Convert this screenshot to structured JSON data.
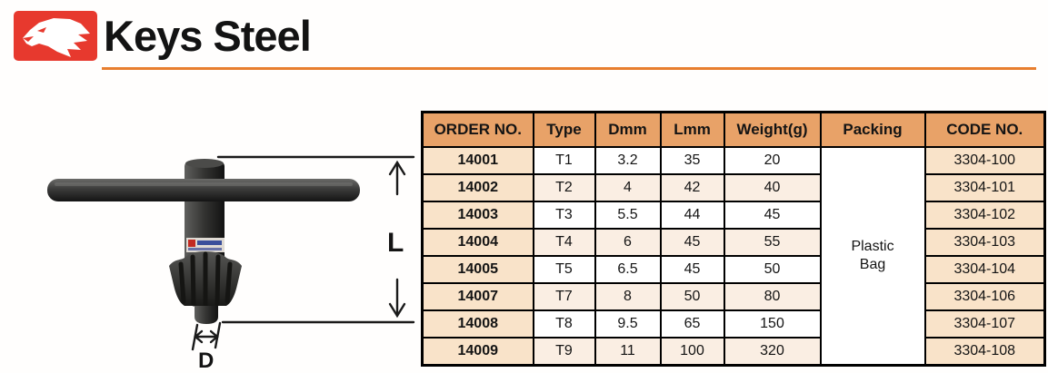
{
  "header": {
    "title": "Keys Steel",
    "logo_icon": "eagle-icon"
  },
  "diagram": {
    "length_label": "L",
    "diameter_label": "D"
  },
  "table": {
    "columns": [
      "ORDER NO.",
      "Type",
      "Dmm",
      "Lmm",
      "Weight(g)",
      "Packing",
      "CODE NO."
    ],
    "packing_value": "Plastic Bag",
    "rows": [
      {
        "order_no": "14001",
        "type": "T1",
        "dmm": "3.2",
        "lmm": "35",
        "weight": "20",
        "code_no": "3304-100"
      },
      {
        "order_no": "14002",
        "type": "T2",
        "dmm": "4",
        "lmm": "42",
        "weight": "40",
        "code_no": "3304-101"
      },
      {
        "order_no": "14003",
        "type": "T3",
        "dmm": "5.5",
        "lmm": "44",
        "weight": "45",
        "code_no": "3304-102"
      },
      {
        "order_no": "14004",
        "type": "T4",
        "dmm": "6",
        "lmm": "45",
        "weight": "55",
        "code_no": "3304-103"
      },
      {
        "order_no": "14005",
        "type": "T5",
        "dmm": "6.5",
        "lmm": "45",
        "weight": "50",
        "code_no": "3304-104"
      },
      {
        "order_no": "14007",
        "type": "T7",
        "dmm": "8",
        "lmm": "50",
        "weight": "80",
        "code_no": "3304-106"
      },
      {
        "order_no": "14008",
        "type": "T8",
        "dmm": "9.5",
        "lmm": "65",
        "weight": "150",
        "code_no": "3304-107"
      },
      {
        "order_no": "14009",
        "type": "T9",
        "dmm": "11",
        "lmm": "100",
        "weight": "320",
        "code_no": "3304-108"
      }
    ]
  },
  "colors": {
    "header_bg": "#E8A268",
    "accent_cell_bg": "#F9E3C9",
    "alt_cell_bg": "#FAEEE3",
    "logo_red": "#E7392E",
    "rule_orange": "#E87E2E"
  }
}
